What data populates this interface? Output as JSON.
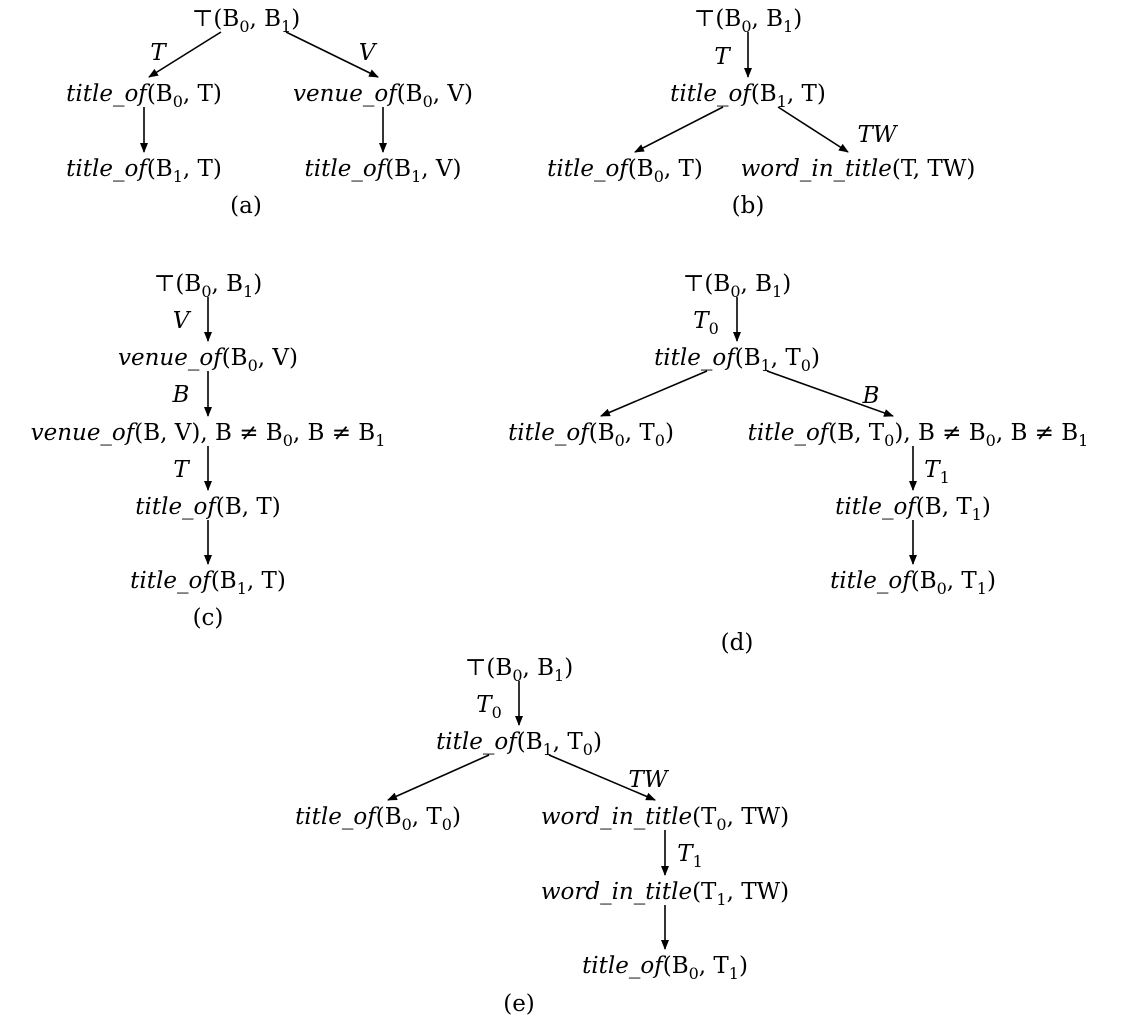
{
  "trees": [
    {
      "caption": "(a)",
      "nodes": [
        {
          "id": "a0",
          "parts": [
            {
              "t": "⊤(B"
            },
            {
              "sub": "0"
            },
            {
              "t": ", B"
            },
            {
              "sub": "1"
            },
            {
              "t": ")"
            }
          ]
        },
        {
          "id": "a1",
          "parts": [
            {
              "it": "title_of"
            },
            {
              "t": "(B"
            },
            {
              "sub": "0"
            },
            {
              "t": ", T)"
            }
          ]
        },
        {
          "id": "a2",
          "parts": [
            {
              "it": "venue_of"
            },
            {
              "t": "(B"
            },
            {
              "sub": "0"
            },
            {
              "t": ", V)"
            }
          ]
        },
        {
          "id": "a3",
          "parts": [
            {
              "it": "title_of"
            },
            {
              "t": "(B"
            },
            {
              "sub": "1"
            },
            {
              "t": ", T)"
            }
          ]
        },
        {
          "id": "a4",
          "parts": [
            {
              "it": "title_of"
            },
            {
              "t": "(B"
            },
            {
              "sub": "1"
            },
            {
              "t": ", V)"
            }
          ]
        }
      ],
      "edges": [
        {
          "from": "a0",
          "to": "a1",
          "label": "T"
        },
        {
          "from": "a0",
          "to": "a2",
          "label": "V"
        },
        {
          "from": "a1",
          "to": "a3",
          "label": ""
        },
        {
          "from": "a2",
          "to": "a4",
          "label": ""
        }
      ]
    },
    {
      "caption": "(b)",
      "nodes": [
        {
          "id": "b0",
          "parts": [
            {
              "t": "⊤(B"
            },
            {
              "sub": "0"
            },
            {
              "t": ", B"
            },
            {
              "sub": "1"
            },
            {
              "t": ")"
            }
          ]
        },
        {
          "id": "b1",
          "parts": [
            {
              "it": "title_of"
            },
            {
              "t": "(B"
            },
            {
              "sub": "1"
            },
            {
              "t": ", T)"
            }
          ]
        },
        {
          "id": "b2",
          "parts": [
            {
              "it": "title_of"
            },
            {
              "t": "(B"
            },
            {
              "sub": "0"
            },
            {
              "t": ", T)"
            }
          ]
        },
        {
          "id": "b3",
          "parts": [
            {
              "it": "word_in_title"
            },
            {
              "t": "(T, TW)"
            }
          ]
        }
      ],
      "edges": [
        {
          "from": "b0",
          "to": "b1",
          "label": "T"
        },
        {
          "from": "b1",
          "to": "b2",
          "label": ""
        },
        {
          "from": "b1",
          "to": "b3",
          "label": "TW"
        }
      ]
    },
    {
      "caption": "(c)",
      "nodes": [
        {
          "id": "c0",
          "parts": [
            {
              "t": "⊤(B"
            },
            {
              "sub": "0"
            },
            {
              "t": ", B"
            },
            {
              "sub": "1"
            },
            {
              "t": ")"
            }
          ]
        },
        {
          "id": "c1",
          "parts": [
            {
              "it": "venue_of"
            },
            {
              "t": "(B"
            },
            {
              "sub": "0"
            },
            {
              "t": ", V)"
            }
          ]
        },
        {
          "id": "c2",
          "parts": [
            {
              "it": "venue_of"
            },
            {
              "t": "(B, V), B ≠ B"
            },
            {
              "sub": "0"
            },
            {
              "t": ", B ≠ B"
            },
            {
              "sub": "1"
            }
          ]
        },
        {
          "id": "c3",
          "parts": [
            {
              "it": "title_of"
            },
            {
              "t": "(B, T)"
            }
          ]
        },
        {
          "id": "c4",
          "parts": [
            {
              "it": "title_of"
            },
            {
              "t": "(B"
            },
            {
              "sub": "1"
            },
            {
              "t": ", T)"
            }
          ]
        }
      ],
      "edges": [
        {
          "from": "c0",
          "to": "c1",
          "label": "V"
        },
        {
          "from": "c1",
          "to": "c2",
          "label": "B"
        },
        {
          "from": "c2",
          "to": "c3",
          "label": "T"
        },
        {
          "from": "c3",
          "to": "c4",
          "label": ""
        }
      ]
    },
    {
      "caption": "(d)",
      "nodes": [
        {
          "id": "d0",
          "parts": [
            {
              "t": "⊤(B"
            },
            {
              "sub": "0"
            },
            {
              "t": ", B"
            },
            {
              "sub": "1"
            },
            {
              "t": ")"
            }
          ]
        },
        {
          "id": "d1",
          "parts": [
            {
              "it": "title_of"
            },
            {
              "t": "(B"
            },
            {
              "sub": "1"
            },
            {
              "t": ", T"
            },
            {
              "sub": "0"
            },
            {
              "t": ")"
            }
          ]
        },
        {
          "id": "d2",
          "parts": [
            {
              "it": "title_of"
            },
            {
              "t": "(B"
            },
            {
              "sub": "0"
            },
            {
              "t": ", T"
            },
            {
              "sub": "0"
            },
            {
              "t": ")"
            }
          ]
        },
        {
          "id": "d3",
          "parts": [
            {
              "it": "title_of"
            },
            {
              "t": "(B, T"
            },
            {
              "sub": "0"
            },
            {
              "t": "), B ≠ B"
            },
            {
              "sub": "0"
            },
            {
              "t": ", B ≠ B"
            },
            {
              "sub": "1"
            }
          ]
        },
        {
          "id": "d4",
          "parts": [
            {
              "it": "title_of"
            },
            {
              "t": "(B, T"
            },
            {
              "sub": "1"
            },
            {
              "t": ")"
            }
          ]
        },
        {
          "id": "d5",
          "parts": [
            {
              "it": "title_of"
            },
            {
              "t": "(B"
            },
            {
              "sub": "0"
            },
            {
              "t": ", T"
            },
            {
              "sub": "1"
            },
            {
              "t": ")"
            }
          ]
        }
      ],
      "edges": [
        {
          "from": "d0",
          "to": "d1",
          "label": "T0"
        },
        {
          "from": "d1",
          "to": "d2",
          "label": ""
        },
        {
          "from": "d1",
          "to": "d3",
          "label": "B"
        },
        {
          "from": "d3",
          "to": "d4",
          "label": "T1"
        },
        {
          "from": "d4",
          "to": "d5",
          "label": ""
        }
      ]
    },
    {
      "caption": "(e)",
      "nodes": [
        {
          "id": "e0",
          "parts": [
            {
              "t": "⊤(B"
            },
            {
              "sub": "0"
            },
            {
              "t": ", B"
            },
            {
              "sub": "1"
            },
            {
              "t": ")"
            }
          ]
        },
        {
          "id": "e1",
          "parts": [
            {
              "it": "title_of"
            },
            {
              "t": "(B"
            },
            {
              "sub": "1"
            },
            {
              "t": ", T"
            },
            {
              "sub": "0"
            },
            {
              "t": ")"
            }
          ]
        },
        {
          "id": "e2",
          "parts": [
            {
              "it": "title_of"
            },
            {
              "t": "(B"
            },
            {
              "sub": "0"
            },
            {
              "t": ", T"
            },
            {
              "sub": "0"
            },
            {
              "t": ")"
            }
          ]
        },
        {
          "id": "e3",
          "parts": [
            {
              "it": "word_in_title"
            },
            {
              "t": "(T"
            },
            {
              "sub": "0"
            },
            {
              "t": ", TW)"
            }
          ]
        },
        {
          "id": "e4",
          "parts": [
            {
              "it": "word_in_title"
            },
            {
              "t": "(T"
            },
            {
              "sub": "1"
            },
            {
              "t": ", TW)"
            }
          ]
        },
        {
          "id": "e5",
          "parts": [
            {
              "it": "title_of"
            },
            {
              "t": "(B"
            },
            {
              "sub": "0"
            },
            {
              "t": ", T"
            },
            {
              "sub": "1"
            },
            {
              "t": ")"
            }
          ]
        }
      ],
      "edges": [
        {
          "from": "e0",
          "to": "e1",
          "label": "T0"
        },
        {
          "from": "e1",
          "to": "e2",
          "label": ""
        },
        {
          "from": "e1",
          "to": "e3",
          "label": "TW"
        },
        {
          "from": "e3",
          "to": "e4",
          "label": "T1"
        },
        {
          "from": "e4",
          "to": "e5",
          "label": ""
        }
      ]
    }
  ]
}
